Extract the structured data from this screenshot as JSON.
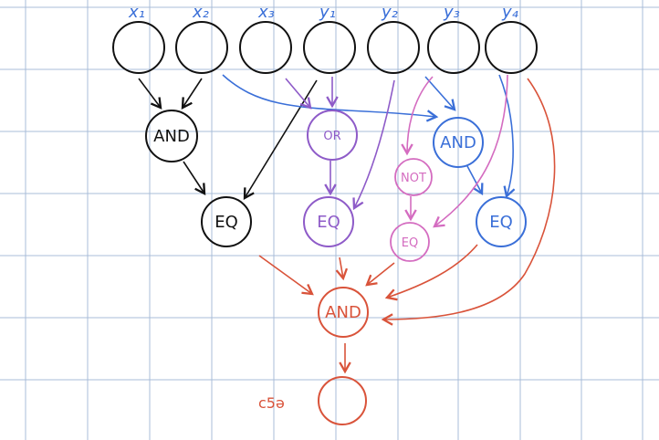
{
  "colors": {
    "grid": "#a8bcd8",
    "black": "#111111",
    "blue": "#3a6fd8",
    "purple": "#8e5bc8",
    "pink": "#d46cc0",
    "red": "#d9533a"
  },
  "inputs": {
    "x1": "x₁",
    "x2": "x₂",
    "x3": "x₃",
    "y1": "y₁",
    "y2": "y₂",
    "y3": "y₃",
    "y4": "y₄"
  },
  "gates": {
    "and_black": "AND",
    "eq_black": "EQ",
    "or_purple": "OR",
    "eq_purple": "EQ",
    "not_pink": "NOT",
    "eq_pink": "EQ",
    "and_blue": "AND",
    "eq_blue": "EQ",
    "and_red": "AND"
  },
  "output": {
    "label": "c5ə"
  }
}
